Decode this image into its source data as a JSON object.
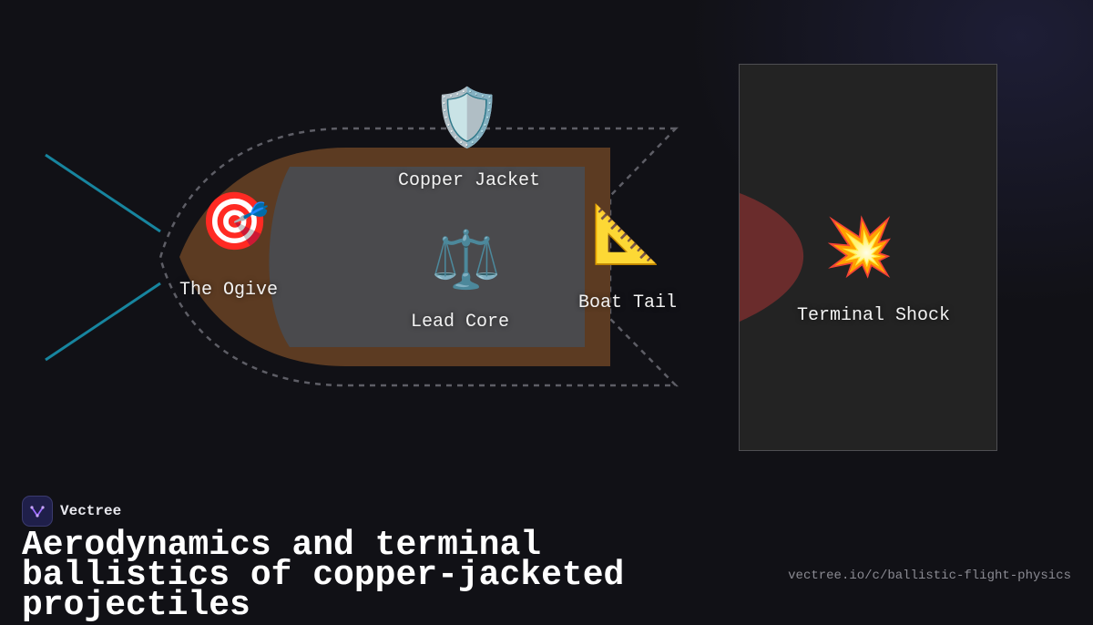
{
  "diagram": {
    "labels": {
      "ogive": "The Ogive",
      "jacket": "Copper Jacket",
      "core": "Lead Core",
      "boat_tail": "Boat Tail",
      "terminal": "Terminal Shock"
    },
    "icons": {
      "ogive": "🎯",
      "jacket": "🛡️",
      "core": "⚖️",
      "boat_tail": "📐",
      "terminal": "💥"
    },
    "colors": {
      "jacket": "#5c3b22",
      "core": "#4a4a4d",
      "shockwave": "#17859f",
      "outline": "#5e5e66",
      "panel": "#232323",
      "impact": "#6a2c2c"
    }
  },
  "footer": {
    "brand": "Vectree",
    "title": "Aerodynamics and terminal ballistics of copper-jacketed projectiles",
    "url": "vectree.io/c/ballistic-flight-physics"
  }
}
